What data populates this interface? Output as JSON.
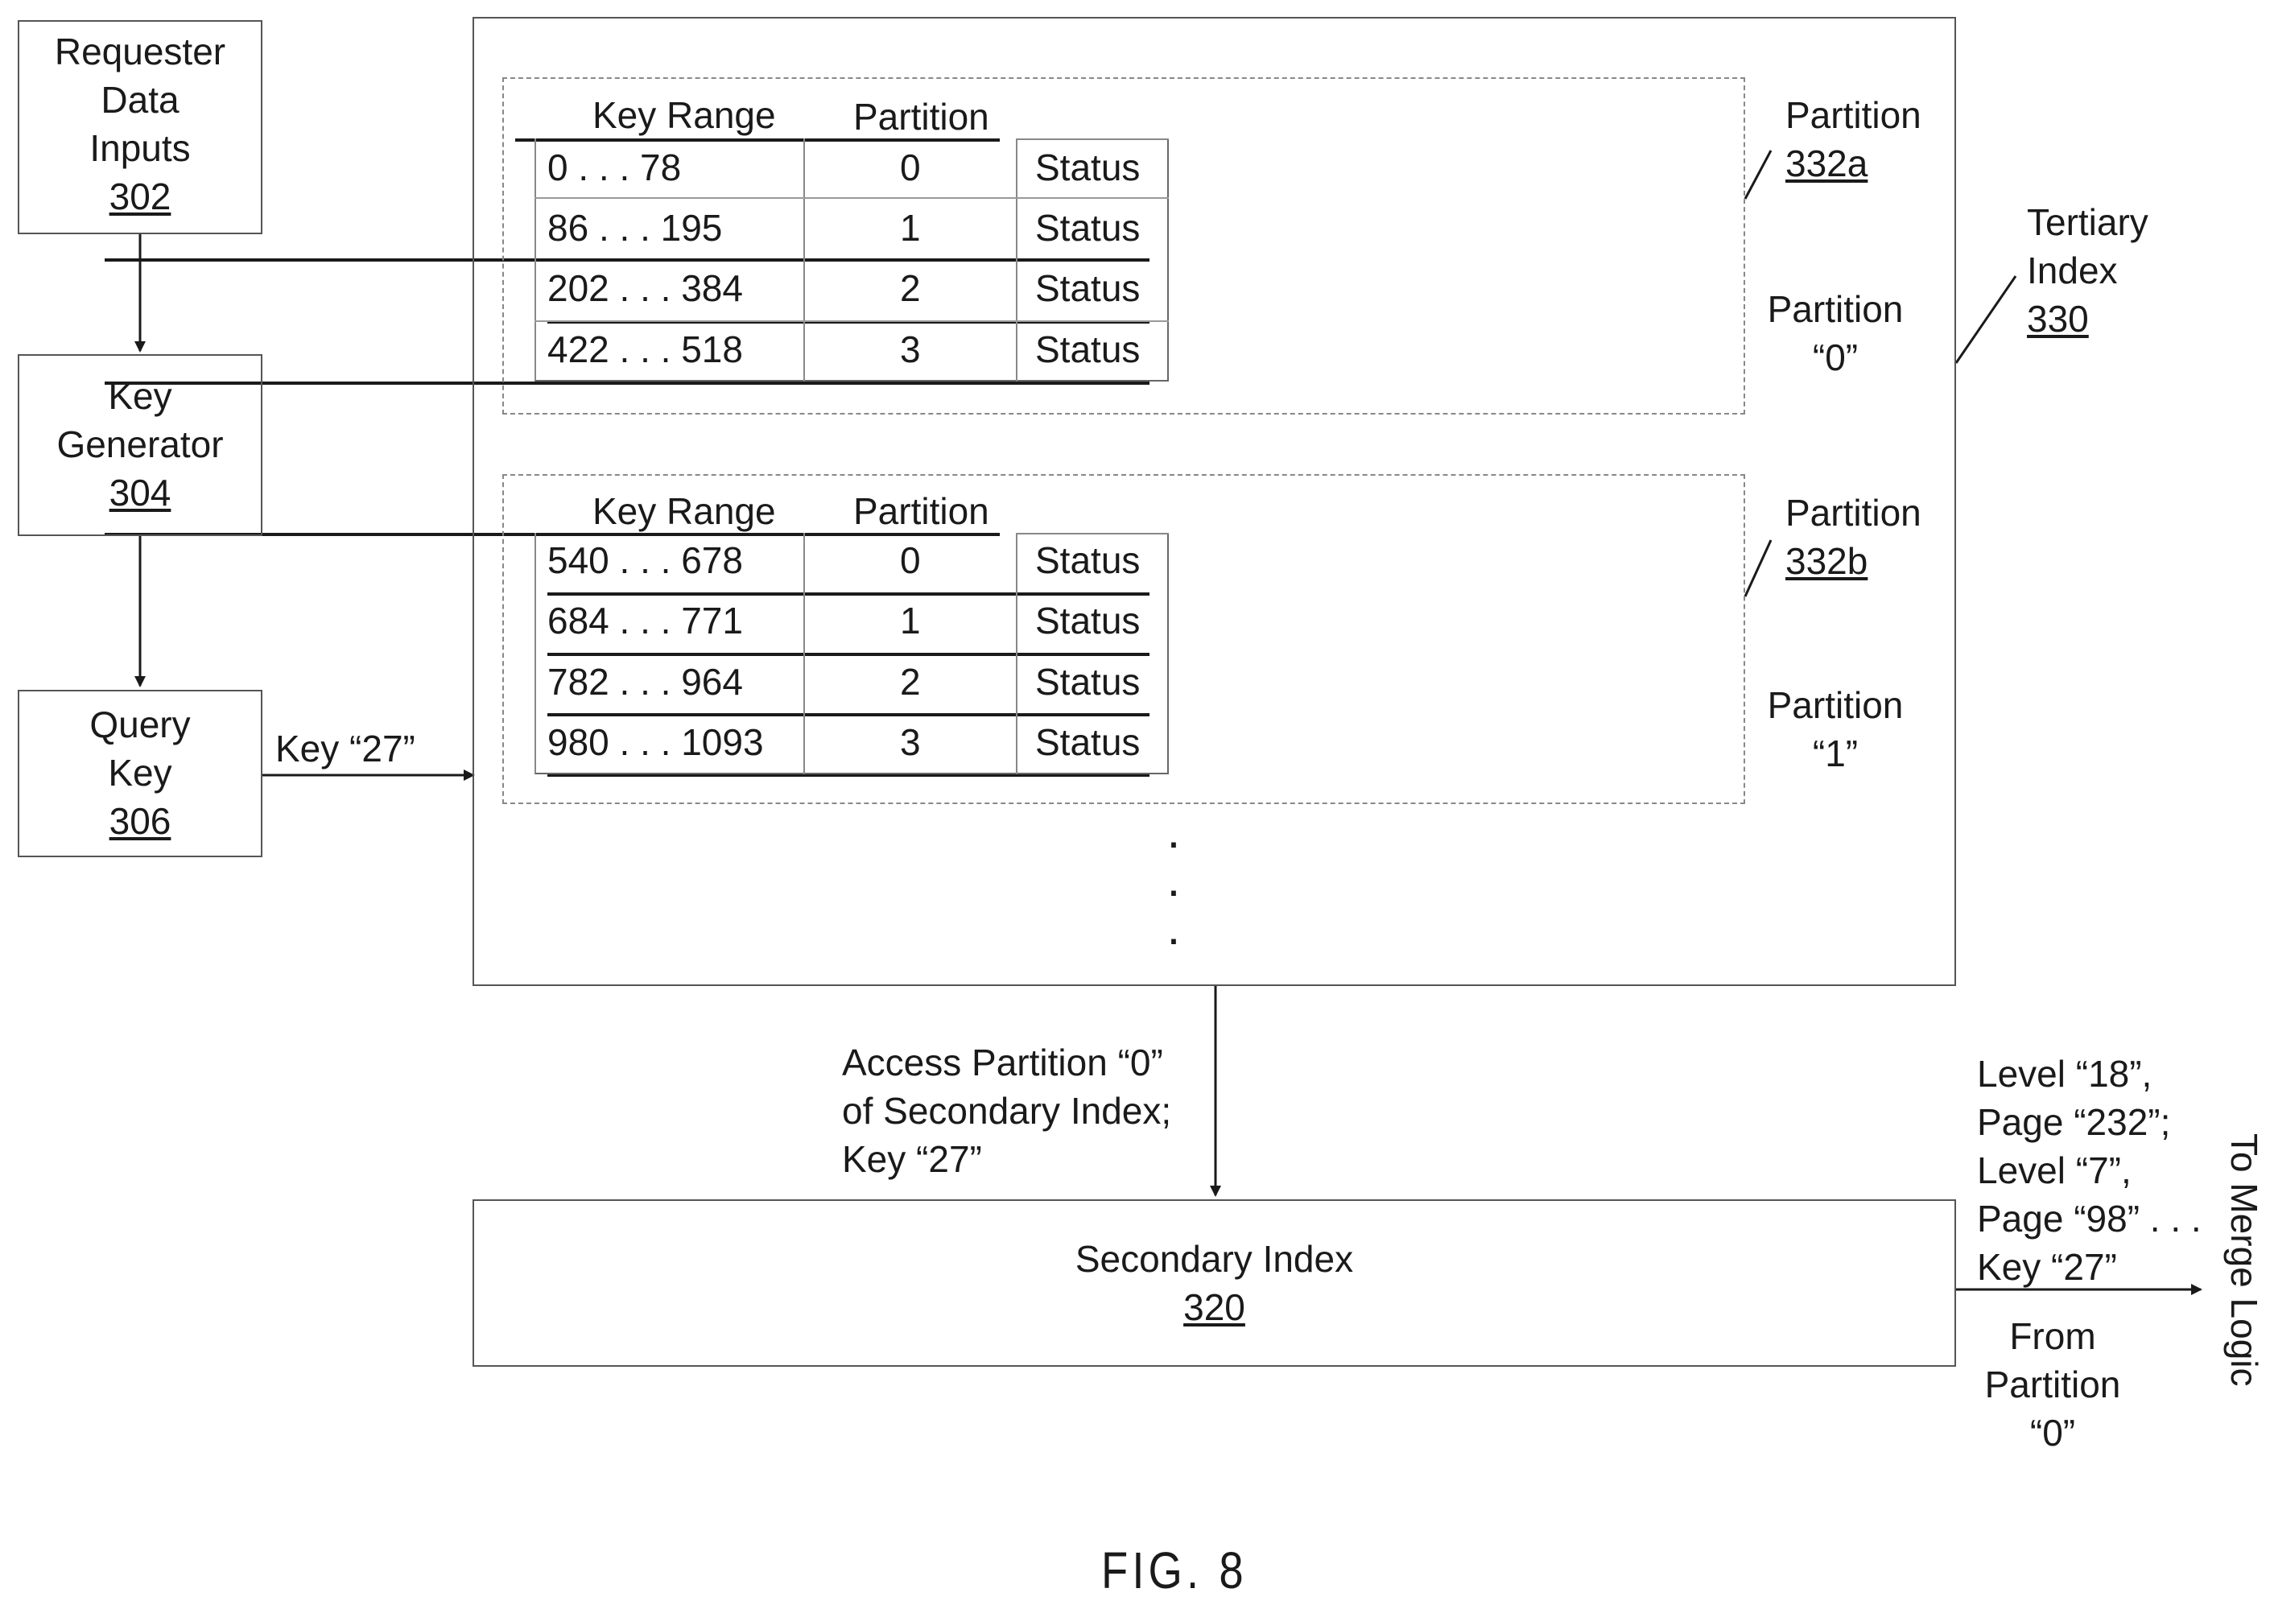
{
  "requester": {
    "line1": "Requester",
    "line2": "Data",
    "line3": "Inputs",
    "ref": "302"
  },
  "key_generator": {
    "line1": "Key",
    "line2": "Generator",
    "ref": "304"
  },
  "query_key": {
    "line1": "Query",
    "line2": "Key",
    "ref": "306",
    "arrow_label": "Key “27”"
  },
  "tertiary_index": {
    "line1": "Tertiary",
    "line2": "Index",
    "ref": "330"
  },
  "partitions": [
    {
      "label": "Partition",
      "ref": "332a",
      "name_line1": "Partition",
      "name_line2": "“0”",
      "header_key_range": "Key Range",
      "header_partition": "Partition",
      "rows": [
        {
          "range": "0 . . . 78",
          "partition": "0",
          "status": "Status"
        },
        {
          "range": "86 . . . 195",
          "partition": "1",
          "status": "Status"
        },
        {
          "range": "202 . . . 384",
          "partition": "2",
          "status": "Status"
        },
        {
          "range": "422 . . . 518",
          "partition": "3",
          "status": "Status"
        }
      ]
    },
    {
      "label": "Partition",
      "ref": "332b",
      "name_line1": "Partition",
      "name_line2": "“1”",
      "header_key_range": "Key Range",
      "header_partition": "Partition",
      "rows": [
        {
          "range": "540 . . . 678",
          "partition": "0",
          "status": "Status"
        },
        {
          "range": "684 . . . 771",
          "partition": "1",
          "status": "Status"
        },
        {
          "range": "782 . . . 964",
          "partition": "2",
          "status": "Status"
        },
        {
          "range": "980 . . . 1093",
          "partition": "3",
          "status": "Status"
        }
      ]
    }
  ],
  "ellipsis": ".",
  "access_label": {
    "line1": "Access Partition “0”",
    "line2": "of Secondary Index;",
    "line3": "Key “27”"
  },
  "secondary_index": {
    "title": "Secondary Index",
    "ref": "320"
  },
  "output_label": {
    "line1": "Level “18”,",
    "line2": "Page “232”;",
    "line3": "Level “7”,",
    "line4": "Page “98” . . .",
    "line5": "Key “27”"
  },
  "from_label": {
    "line1": "From",
    "line2": "Partition",
    "line3": "“0”"
  },
  "to_merge": "To Merge Logic",
  "figure_caption": "FIG. 8"
}
